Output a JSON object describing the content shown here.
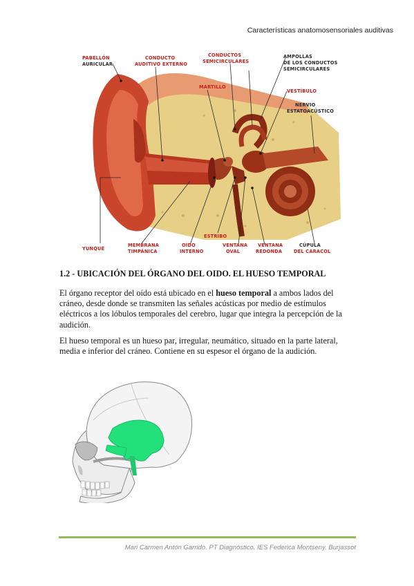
{
  "header": {
    "title": "Características anatomosensoriales auditivas"
  },
  "ear_figure": {
    "labels": {
      "pabellon_1": "PABELLÓN",
      "pabellon_2": "AURICULAR",
      "conducto_aud_1": "CONDUCTO",
      "conducto_aud_2": "AUDITIVO EXTERNO",
      "conductos_semi_1": "CONDUCTOS",
      "conductos_semi_2": "SEMICIRCULARES",
      "ampollas_1": "AMPOLLAS",
      "ampollas_2": "DE LOS CONDUCTOS",
      "ampollas_3": "SEMICIRCULARES",
      "martillo": "MARTILLO",
      "vestibulo": "VESTÍBULO",
      "nervio_1": "NERVIO",
      "nervio_2": "ESTATOACÚSTICO",
      "yunque": "YUNQUE",
      "membrana_1": "MEMBRANA",
      "membrana_2": "TIMPÁNICA",
      "estribo": "ESTRIBO",
      "oido_1": "OÍDO",
      "oido_2": "INTERNO",
      "ventana_oval_1": "VENTANA",
      "ventana_oval_2": "OVAL",
      "ventana_red_1": "VENTANA",
      "ventana_red_2": "REDONDA",
      "cupula_1": "CÚPULA",
      "cupula_2": "DEL CARACOL"
    }
  },
  "section": {
    "title": "1.2 - UBICACIÓN DEL ÓRGANO DEL OIDO. EL HUESO TEMPORAL",
    "p1_before": "El órgano receptor del oído está ubicado en el ",
    "p1_bold": "hueso temporal",
    "p1_after": " a ambos lados del cráneo, desde donde se transmiten las señales acústicas por medio de estímulos eléctricos a los lóbulos temporales del cerebro, lugar que integra la percepción de la audición.",
    "p2": "El hueso temporal es un hueso par, irregular, neumático, situado en la parte lateral, media e inferior del cráneo. Contiene en su espesor el órgano de la audición."
  },
  "footer": {
    "text": "Mari Carmen Antón Garrido. PT Diagnóstico. IES Federica Montseny. Burjassot"
  },
  "colors": {
    "footer_rule": "#93b958",
    "label_red": "#c8201b",
    "temporal_bone": "#22e07a"
  }
}
